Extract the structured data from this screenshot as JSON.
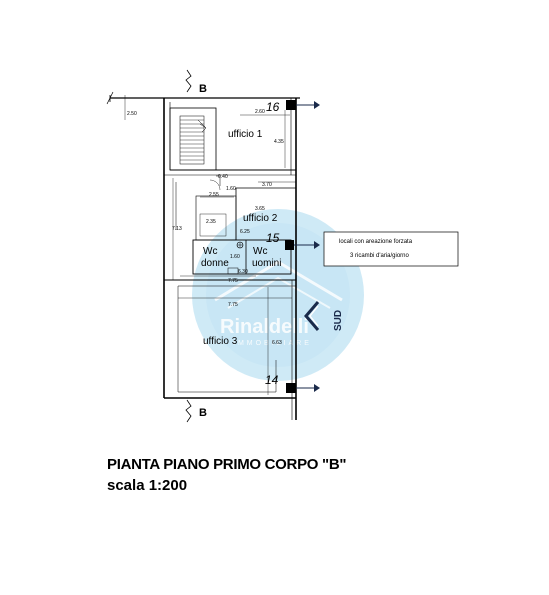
{
  "plan": {
    "title": "PIANTA PIANO PRIMO CORPO \"B\"",
    "scale": "scala 1:200",
    "section_marker": "B",
    "rooms": {
      "ufficio_1": "ufficio 1",
      "ufficio_2": "ufficio 2",
      "ufficio_3": "ufficio 3",
      "wc_donne": [
        "Wc",
        "donne"
      ],
      "wc_uomini": [
        "Wc",
        "uomini"
      ]
    },
    "room_numbers": [
      "16",
      "15",
      "14"
    ],
    "dimensions": [
      "2.60",
      "4.35",
      "3.70",
      "2.55",
      "1.60",
      "2.35",
      "3.65",
      "6.25",
      "7.13",
      "1.60",
      "6.30",
      "7.75",
      "7.75",
      "6.63",
      "0.40",
      "2.50"
    ],
    "note": [
      "locali con areazione forzata",
      "3 ricambi d'aria/giorno"
    ],
    "orientation": "SUD"
  },
  "watermark": {
    "name": "Rinaldelli",
    "subtitle": "IMMOBILIARE"
  },
  "colors": {
    "line": "#000000",
    "watermark": "#9ed4ec",
    "arrow": "#1a2a4a"
  }
}
